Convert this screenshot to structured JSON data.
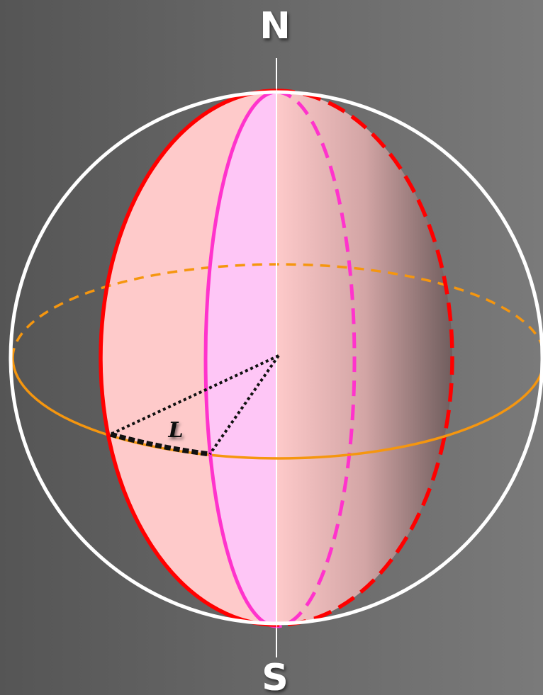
{
  "labels": {
    "north": "N",
    "south": "S",
    "arc": "L"
  },
  "colors": {
    "sphere_outline": "#ffffff",
    "axis": "#ffffff",
    "equator": "#f5960f",
    "meridian_plane_fill": "#fecaca",
    "meridian_inner_fill": "#fec6f6",
    "meridian_outer": "#ff0000",
    "meridian_inner": "#ff33cc",
    "radius_lines": "#111111",
    "arc_L": "#111111"
  }
}
